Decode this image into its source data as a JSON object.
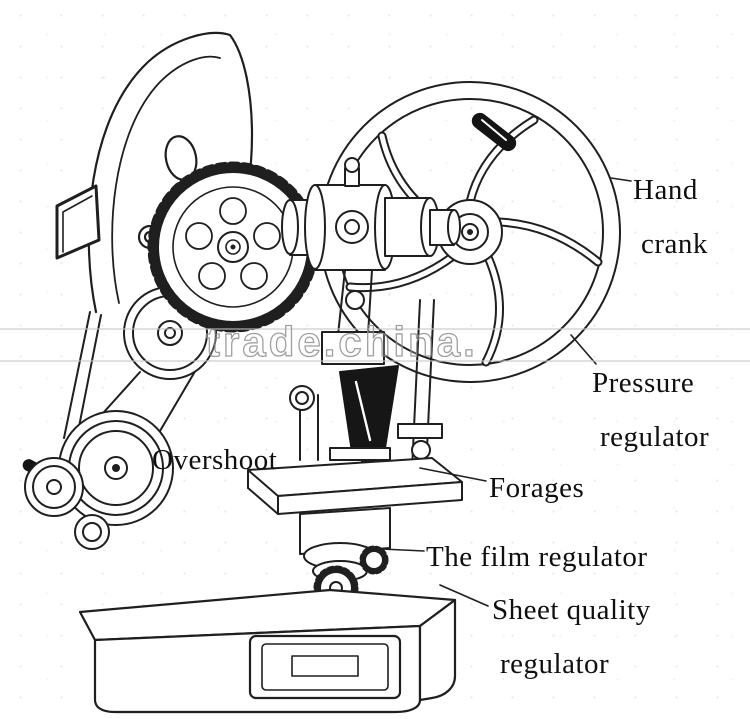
{
  "diagram": {
    "title_hint": "hand tablet press machine part diagram",
    "watermark": "trade.china.",
    "ink_color": "#1f1f1f",
    "labels": {
      "hand_crank": {
        "line1": "Hand",
        "line2": "crank"
      },
      "pressure_regulator": {
        "line1": "Pressure",
        "line2": "regulator"
      },
      "overshoot": {
        "text": "Overshoot"
      },
      "forages": {
        "text": "Forages"
      },
      "film_regulator": {
        "text": "The film regulator"
      },
      "sheet_quality_regulator": {
        "line1": "Sheet quality",
        "line2": "regulator"
      }
    }
  }
}
